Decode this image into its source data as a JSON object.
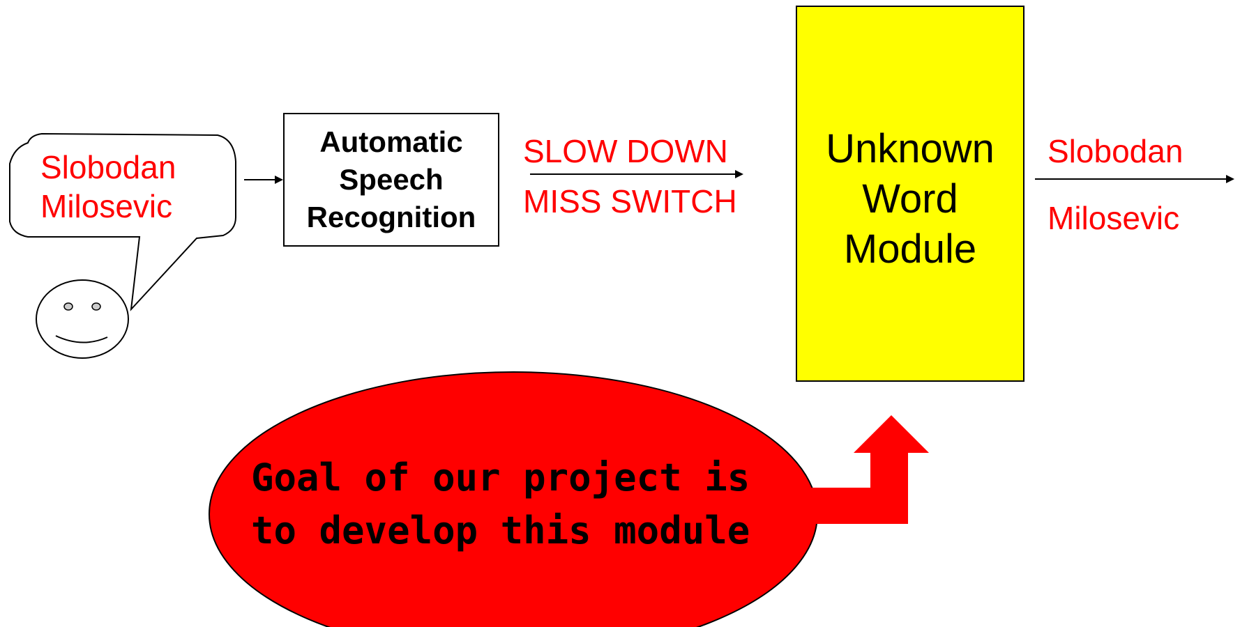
{
  "speech_bubble": {
    "line1": "Slobodan",
    "line2": "Milosevic"
  },
  "asr_box": {
    "line1": "Automatic",
    "line2": "Speech",
    "line3": "Recognition"
  },
  "asr_output": {
    "line1": "SLOW DOWN",
    "line2": "MISS SWITCH"
  },
  "unknown_word_module": {
    "line1": "Unknown",
    "line2": "Word",
    "line3": "Module",
    "fill": "#ffff00"
  },
  "module_output": {
    "line1": "Slobodan",
    "line2": "Milosevic"
  },
  "goal_ellipse": {
    "line1": "Goal of our project is",
    "line2": "to develop this module",
    "fill": "#ff0000"
  },
  "colors": {
    "accent_text": "#ff0000",
    "ellipse": "#ff0000",
    "module": "#ffff00"
  }
}
